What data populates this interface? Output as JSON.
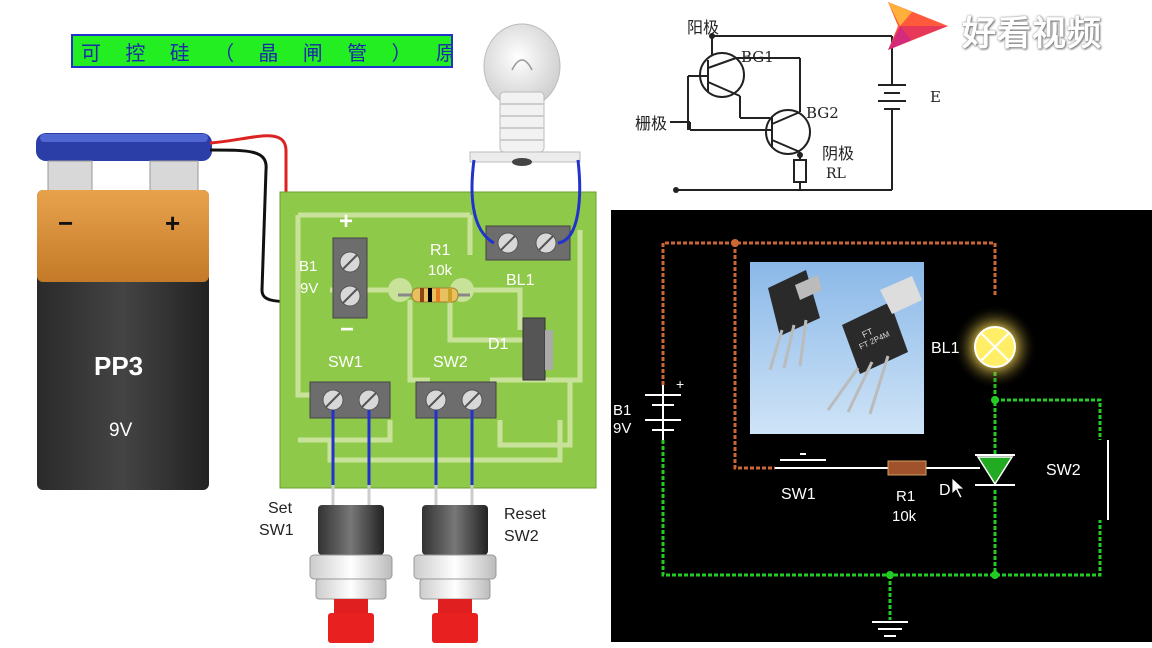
{
  "title": "可 控 硅 （ 晶 闸 管 ） 原 理",
  "watermark": {
    "text": "好看视频",
    "icon": "play-triangle-icon"
  },
  "battery": {
    "minus": "−",
    "plus": "+",
    "model": "PP3",
    "voltage": "9V"
  },
  "pcb": {
    "plus": "+",
    "minus": "−",
    "b1_name": "B1",
    "b1_value": "9V",
    "r1_name": "R1",
    "r1_value": "10k",
    "bl1": "BL1",
    "d1": "D1",
    "sw1": "SW1",
    "sw2": "SW2"
  },
  "buttons": {
    "set_line1": "Set",
    "set_line2": "SW1",
    "reset_line1": "Reset",
    "reset_line2": "SW2"
  },
  "equivalent_circuit": {
    "anode": "阳极",
    "gate": "栅极",
    "cathode": "阴极",
    "bg1": "BG1",
    "bg2": "BG2",
    "e": "E",
    "rl": "RL"
  },
  "schematic": {
    "b1_name": "B1",
    "b1_value": "9V",
    "plus": "+",
    "sw1": "SW1",
    "r1_name": "R1",
    "r1_value": "10k",
    "d1": "D",
    "bl1": "BL1",
    "sw2": "SW2",
    "chip1": "FT",
    "chip2": "FT 2P4M",
    "colors": {
      "top_wire": "#cc6633",
      "bottom_wire": "#22cc22",
      "lamp": "#ffee66"
    }
  }
}
